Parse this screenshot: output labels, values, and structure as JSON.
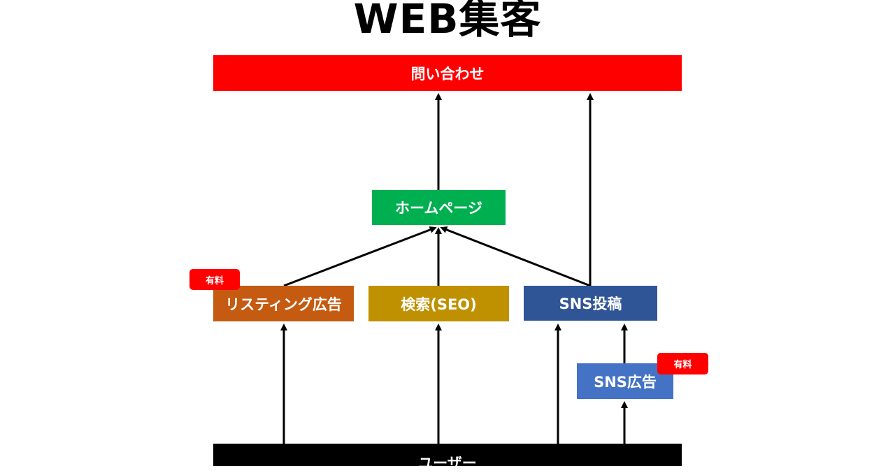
{
  "title": "WEB集客",
  "nodes": {
    "inquiry": {
      "label": "問い合わせ",
      "color": "#ff0000"
    },
    "homepage": {
      "label": "ホームページ",
      "color": "#00b050"
    },
    "listing_ad": {
      "label": "リスティング広告",
      "color": "#c55a11"
    },
    "seo": {
      "label": "検索(SEO)",
      "color": "#bf9000"
    },
    "sns_post": {
      "label": "SNS投稿",
      "color": "#2f5597"
    },
    "sns_ad": {
      "label": "SNS広告",
      "color": "#4472c4"
    },
    "user": {
      "label": "ユーザー",
      "color": "#000000"
    }
  },
  "badges": {
    "listing_paid": {
      "label": "有料",
      "color": "#ff0000"
    },
    "sns_ad_paid": {
      "label": "有料",
      "color": "#ff0000"
    }
  },
  "edges": [
    {
      "from": "user",
      "to": "listing_ad"
    },
    {
      "from": "user",
      "to": "seo"
    },
    {
      "from": "user",
      "to": "sns_post"
    },
    {
      "from": "user",
      "to": "sns_ad"
    },
    {
      "from": "sns_ad",
      "to": "sns_post"
    },
    {
      "from": "listing_ad",
      "to": "homepage"
    },
    {
      "from": "seo",
      "to": "homepage"
    },
    {
      "from": "sns_post",
      "to": "homepage"
    },
    {
      "from": "homepage",
      "to": "inquiry"
    },
    {
      "from": "sns_post",
      "to": "inquiry"
    }
  ]
}
